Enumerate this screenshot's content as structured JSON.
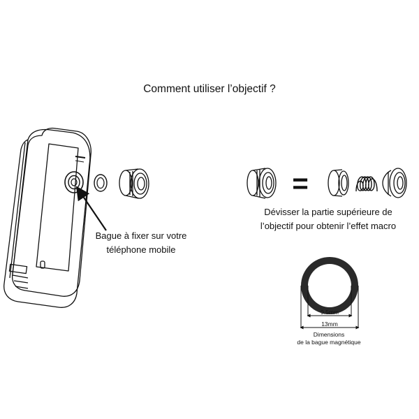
{
  "title": "Comment utiliser l’objectif ?",
  "callout": {
    "line1": "Bague à fixer sur votre",
    "line2": "téléphone mobile"
  },
  "macro_instruction": {
    "line1": "Dévisser la partie supérieure de",
    "line2": "l’objectif pour obtenir l’effet macro"
  },
  "equals_sign": "=",
  "ring_dimensions": {
    "inner": "9.5mm",
    "outer": "13mm",
    "caption_line1": "Dimensions",
    "caption_line2": "de la bague magnétique"
  },
  "colors": {
    "line": "#111111",
    "ring_fill": "#2a2a2a"
  }
}
